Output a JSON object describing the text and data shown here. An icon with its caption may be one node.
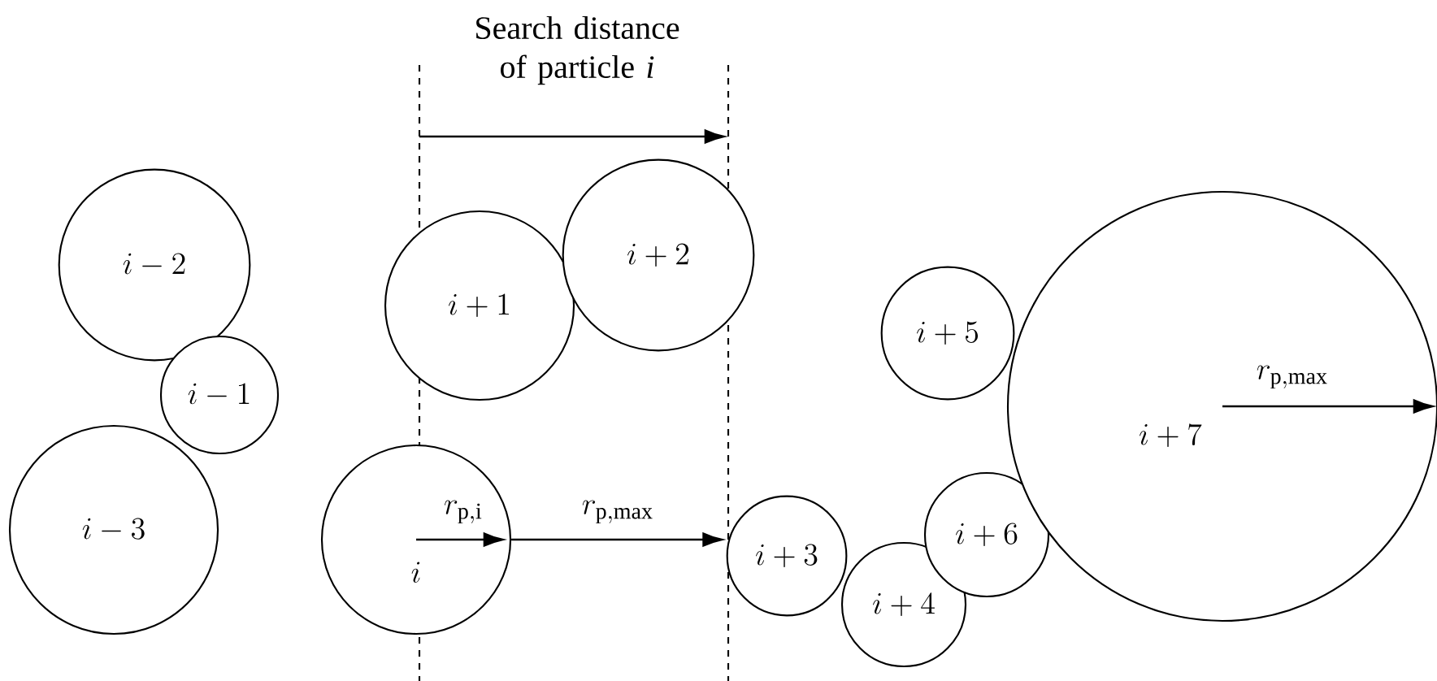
{
  "diagram": {
    "nodes": [
      {
        "text": [
          "i-2"
        ]
      },
      {
        "text": [
          "i-1"
        ]
      },
      {
        "text": [
          "i-3"
        ]
      },
      {
        "text": [
          "i+1"
        ]
      },
      {
        "text": [
          "i+2"
        ]
      },
      {
        "text": [
          "i"
        ]
      },
      {
        "text": [
          "i+3"
        ]
      },
      {
        "text": [
          "i+4"
        ]
      },
      {
        "text": [
          "i+5"
        ]
      },
      {
        "text": [
          "i+6"
        ]
      },
      {
        "text": [
          "i+7"
        ]
      }
    ],
    "edges": [
      {
        "from": 5,
        "to": 6,
        "arrow": "to",
        "label": "r_{\\mathrm{p,max}}"
      }
    ],
    "labels": [
      "Search distance of particle *i*",
      "r_{\\mathrm{p,i}}",
      "r_{\\mathrm{p,max}}"
    ]
  }
}
